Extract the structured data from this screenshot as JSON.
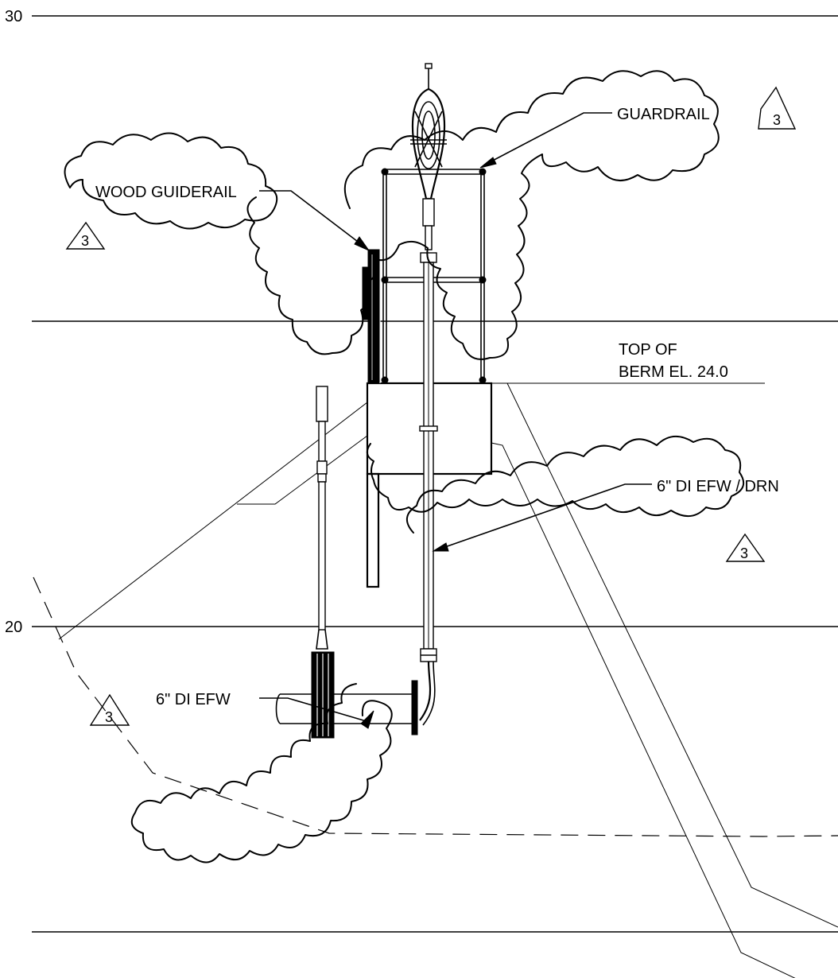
{
  "elevations": {
    "top": "30",
    "middle": "20"
  },
  "labels": {
    "guardrail": "GUARDRAIL",
    "wood_guiderail": "WOOD GUIDERAIL",
    "top_of_berm_line1": "TOP OF",
    "top_of_berm_line2": "BERM EL. 24.0",
    "di_efw_drn": "6\" DI EFW / DRN",
    "di_efw": "6\" DI EFW"
  },
  "revision": {
    "number": "3"
  }
}
